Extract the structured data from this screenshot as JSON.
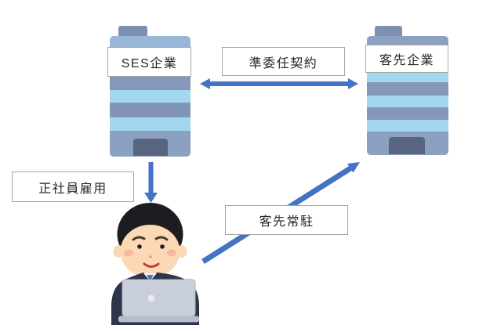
{
  "diagram": {
    "nodes": [
      {
        "id": "ses_company",
        "label": "SES企業",
        "icon": "office-building"
      },
      {
        "id": "client_company",
        "label": "客先企業",
        "icon": "office-building"
      },
      {
        "id": "engineer",
        "label": "",
        "icon": "businessman-with-laptop"
      }
    ],
    "relations": [
      {
        "from": "ses_company",
        "to": "client_company",
        "label": "準委任契約",
        "direction": "bidirectional"
      },
      {
        "from": "ses_company",
        "to": "engineer",
        "label": "正社員雇用",
        "direction": "down"
      },
      {
        "from": "engineer",
        "to": "client_company",
        "label": "客先常駐",
        "direction": "up-right"
      }
    ]
  },
  "colors": {
    "arrow_color": "#4472C4",
    "box_border": "#A6A6A6",
    "box_bg": "#FFFFFF",
    "text": "#262626",
    "building_base": "#8CA0C2",
    "building_stripe": "#A3D7F0",
    "building_stripe_gray": "#8598BA",
    "building_roof": "#7E90B2",
    "building_door": "#596580",
    "hair": "#1D1D21",
    "skin": "#FCD8B4",
    "cheek": "#F7B299",
    "suit": "#2F3548",
    "tie": "#4377C2",
    "mouth": "#C23B2E",
    "laptop": "#C8CEDA",
    "laptop_base": "#B7BECB"
  }
}
